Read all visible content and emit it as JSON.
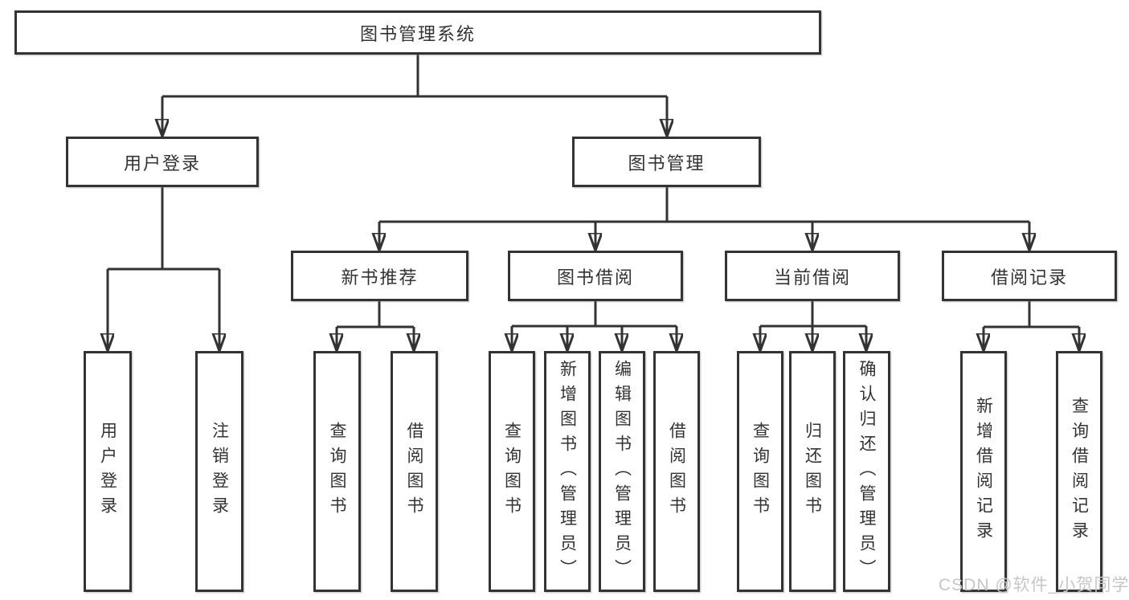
{
  "title": {
    "label": "图书管理系统"
  },
  "level2": {
    "user_login": {
      "label": "用户登录"
    },
    "book_mgmt": {
      "label": "图书管理"
    }
  },
  "level3": {
    "new_books": {
      "label": "新书推荐"
    },
    "book_borrow": {
      "label": "图书借阅"
    },
    "current_borrow": {
      "label": "当前借阅"
    },
    "borrow_records": {
      "label": "借阅记录"
    }
  },
  "leaves": {
    "user_login": [
      "用户登录",
      "注销登录"
    ],
    "new_books": [
      "查询图书",
      "借阅图书"
    ],
    "book_borrow": [
      "查询图书",
      "新增图书（管理员）",
      "编辑图书（管理员）",
      "借阅图书"
    ],
    "current_borrow": [
      "查询图书",
      "归还图书",
      "确认归还（管理员）"
    ],
    "borrow_records": [
      "新增借阅记录",
      "查询借阅记录"
    ]
  },
  "watermark": "CSDN @软件_小贺同学",
  "colors": {
    "line": "#333333",
    "box_border": "#333333",
    "box_fill": "#ffffff",
    "text": "#333333",
    "watermark": "#c6c6c6"
  }
}
